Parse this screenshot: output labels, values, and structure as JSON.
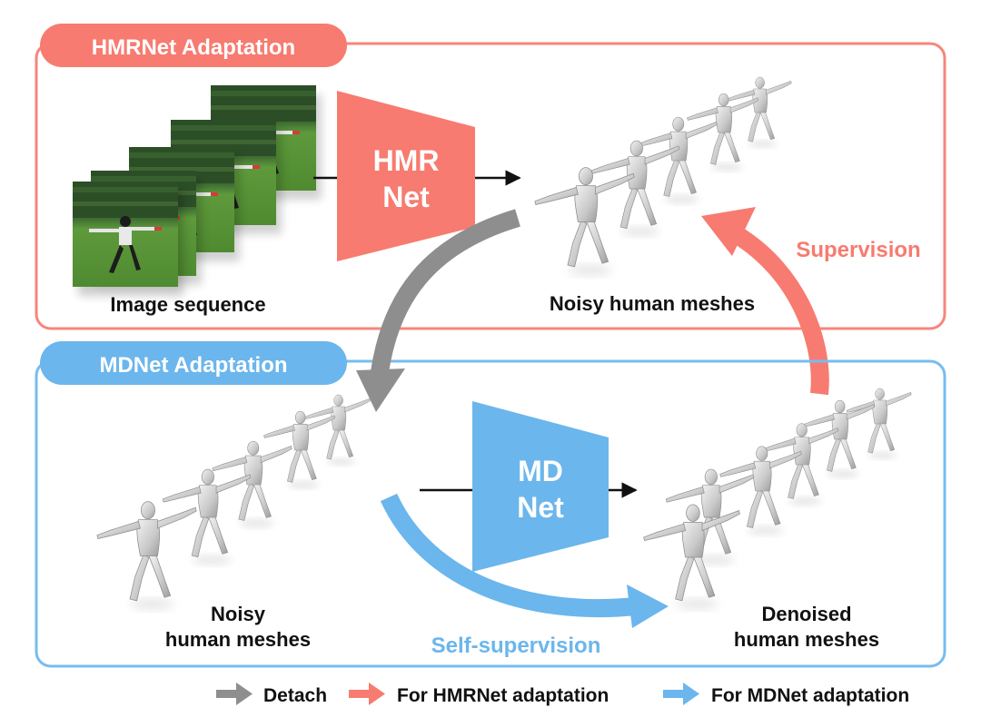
{
  "colors": {
    "hmr": "#f77b70",
    "hmr_border": "#f6867c",
    "md": "#6bb6ec",
    "md_border": "#77bcef",
    "detach": "#8e8e8e",
    "text": "#111111",
    "white": "#ffffff"
  },
  "hmr_section": {
    "title": "HMRNet Adaptation",
    "input_label": "Image sequence",
    "network_label": [
      "HMR",
      "Net"
    ],
    "output_label": "Noisy human meshes",
    "supervision_label": "Supervision"
  },
  "md_section": {
    "title": "MDNet Adaptation",
    "input_label": [
      "Noisy",
      "human meshes"
    ],
    "network_label": [
      "MD",
      "Net"
    ],
    "output_label": [
      "Denoised",
      "human meshes"
    ],
    "self_supervision_label": "Self-supervision"
  },
  "legend": {
    "items": [
      {
        "label": "Detach",
        "color": "#8e8e8e",
        "icon": "arrow-right-icon"
      },
      {
        "label": "For HMRNet adaptation",
        "color": "#f77b70",
        "icon": "arrow-right-icon"
      },
      {
        "label": "For MDNet adaptation",
        "color": "#6bb6ec",
        "icon": "arrow-right-icon"
      }
    ]
  }
}
